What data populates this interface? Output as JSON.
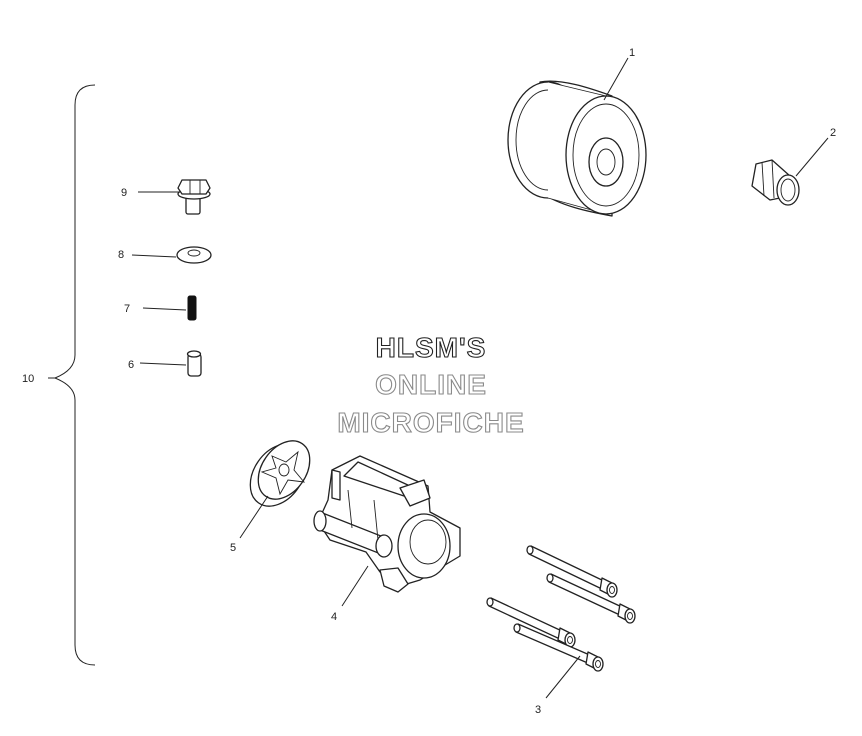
{
  "watermark": {
    "line1": "HLSM'S",
    "line2": "ONLINE",
    "line3": "MICROFICHE"
  },
  "callouts": {
    "c1": "1",
    "c2": "2",
    "c3": "3",
    "c4": "4",
    "c5": "5",
    "c6": "6",
    "c7": "7",
    "c8": "8",
    "c9": "9",
    "c10": "10"
  }
}
